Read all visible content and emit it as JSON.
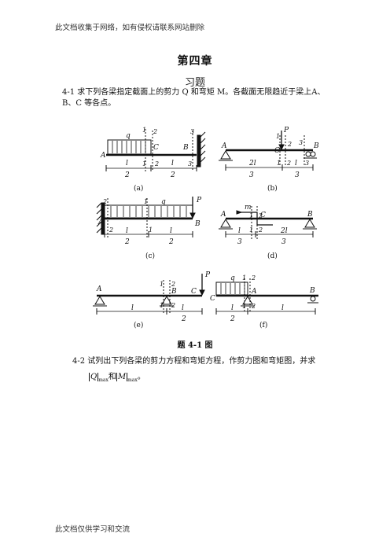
{
  "header": {
    "note": "此文档收集于网络，如有侵权请联系网站删除"
  },
  "chapter": {
    "title": "第四章"
  },
  "section": {
    "title": "习题"
  },
  "problem1": {
    "text": "4-1  求下列各梁指定截面上的剪力 Q 和弯矩 M。各截面无限趋近于梁上A、B、C 等各点。",
    "caption": "题  4-1  图",
    "subfigures": [
      "(a)",
      "(b)",
      "(c)",
      "(d)",
      "(e)",
      "(f)"
    ]
  },
  "problem2": {
    "text": "4-2  试列出下列各梁的剪力方程和弯矩方程，作剪力图和弯矩图，并求",
    "formula_q": "Q",
    "formula_m": "M",
    "max_sub": "max",
    "formula_join": "和",
    "formula_end": "。"
  },
  "footer": {
    "note": "此文档仅供学习和交流"
  }
}
